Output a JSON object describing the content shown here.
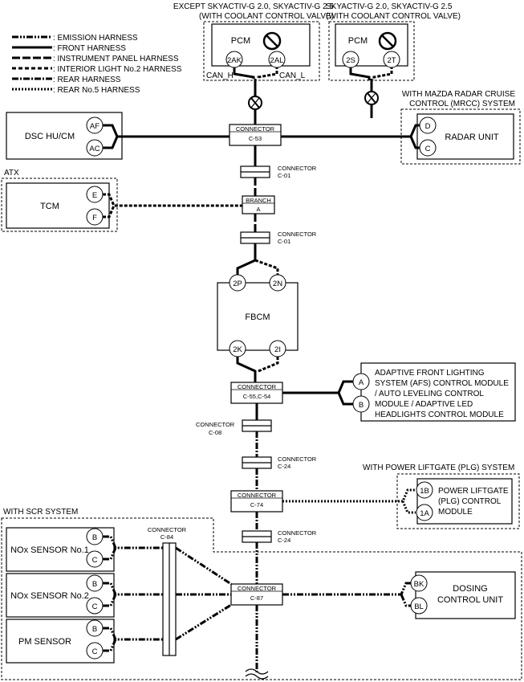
{
  "legend": [
    {
      "key": "emission",
      "label": ": EMISSION HARNESS"
    },
    {
      "key": "front",
      "label": ": FRONT HARNESS"
    },
    {
      "key": "instrument",
      "label": ": INSTRUMENT PANEL HARNESS"
    },
    {
      "key": "interior2",
      "label": ": INTERIOR LIGHT No.2 HARNESS"
    },
    {
      "key": "rear",
      "label": ": REAR HARNESS"
    },
    {
      "key": "rear5",
      "label": ": REAR No.5 HARNESS"
    }
  ],
  "pcm_left": {
    "note_line1": "EXCEPT SKYACTIV-G 2.0, SKYACTIV-G 2.5",
    "note_line2": "(WITH COOLANT CONTROL VALVE)",
    "title": "PCM",
    "pin_h": "2AK",
    "pin_l": "2AL",
    "can_h": "CAN_H",
    "can_l": "CAN_L"
  },
  "pcm_right": {
    "note_line1": "SKYACTIV-G 2.0, SKYACTIV-G 2.5",
    "note_line2": "(WITH COOLANT CONTROL VALVE)",
    "title": "PCM",
    "pin_h": "2S",
    "pin_l": "2T"
  },
  "dsc": {
    "title": "DSC HU/CM",
    "pin_h": "AF",
    "pin_l": "AC"
  },
  "radar": {
    "note_line1": "WITH MAZDA RADAR CRUISE",
    "note_line2": "CONTROL (MRCC) SYSTEM",
    "title": "RADAR UNIT",
    "pin_h": "D",
    "pin_l": "C"
  },
  "tcm": {
    "note": "ATX",
    "title": "TCM",
    "pin_h": "E",
    "pin_l": "F"
  },
  "fbcm": {
    "title": "FBCM",
    "pin_2p": "2P",
    "pin_2n": "2N",
    "pin_2k": "2K",
    "pin_2i": "2I"
  },
  "afs": {
    "pin_h": "A",
    "pin_l": "B",
    "line1": "ADAPTIVE FRONT LIGHTING",
    "line2": "SYSTEM (AFS) CONTROL MODULE",
    "line3": "/ AUTO LEVELING CONTROL",
    "line4": "MODULE / ADAPTIVE LED",
    "line5": "HEADLIGHTS CONTROL MODULE"
  },
  "plg": {
    "note": "WITH POWER LIFTGATE (PLG) SYSTEM",
    "line1": "POWER LIFTGATE",
    "line2": "(PLG) CONTROL",
    "line3": "MODULE",
    "pin_h": "1B",
    "pin_l": "1A"
  },
  "scr": {
    "note": "WITH SCR SYSTEM",
    "nox1": "NOx SENSOR No.1",
    "nox2": "NOx SENSOR No.2",
    "pm": "PM SENSOR",
    "pin_b": "B",
    "pin_c": "C",
    "dosing_line1": "DOSING",
    "dosing_line2": "CONTROL UNIT",
    "dosing_pin_h": "BK",
    "dosing_pin_l": "BL"
  },
  "connectors": {
    "c53": {
      "name": "CONNECTOR",
      "id": "C-53"
    },
    "c01a": {
      "name": "CONNECTOR",
      "id": "C-01"
    },
    "branch": {
      "name": "BRANCH",
      "id": "A"
    },
    "c01b": {
      "name": "CONNECTOR",
      "id": "C-01"
    },
    "c55": {
      "name": "CONNECTOR",
      "id": "C-55,C-54"
    },
    "c08": {
      "name": "CONNECTOR",
      "id": "C-08"
    },
    "c24a": {
      "name": "CONNECTOR",
      "id": "C-24"
    },
    "c74": {
      "name": "CONNECTOR",
      "id": "C-74"
    },
    "c24b": {
      "name": "CONNECTOR",
      "id": "C-24"
    },
    "c84": {
      "name": "CONNECTOR",
      "id": "C-84"
    },
    "c87": {
      "name": "CONNECTOR",
      "id": "C-87"
    }
  },
  "colors": {
    "line": "#000000",
    "background": "#ffffff"
  }
}
